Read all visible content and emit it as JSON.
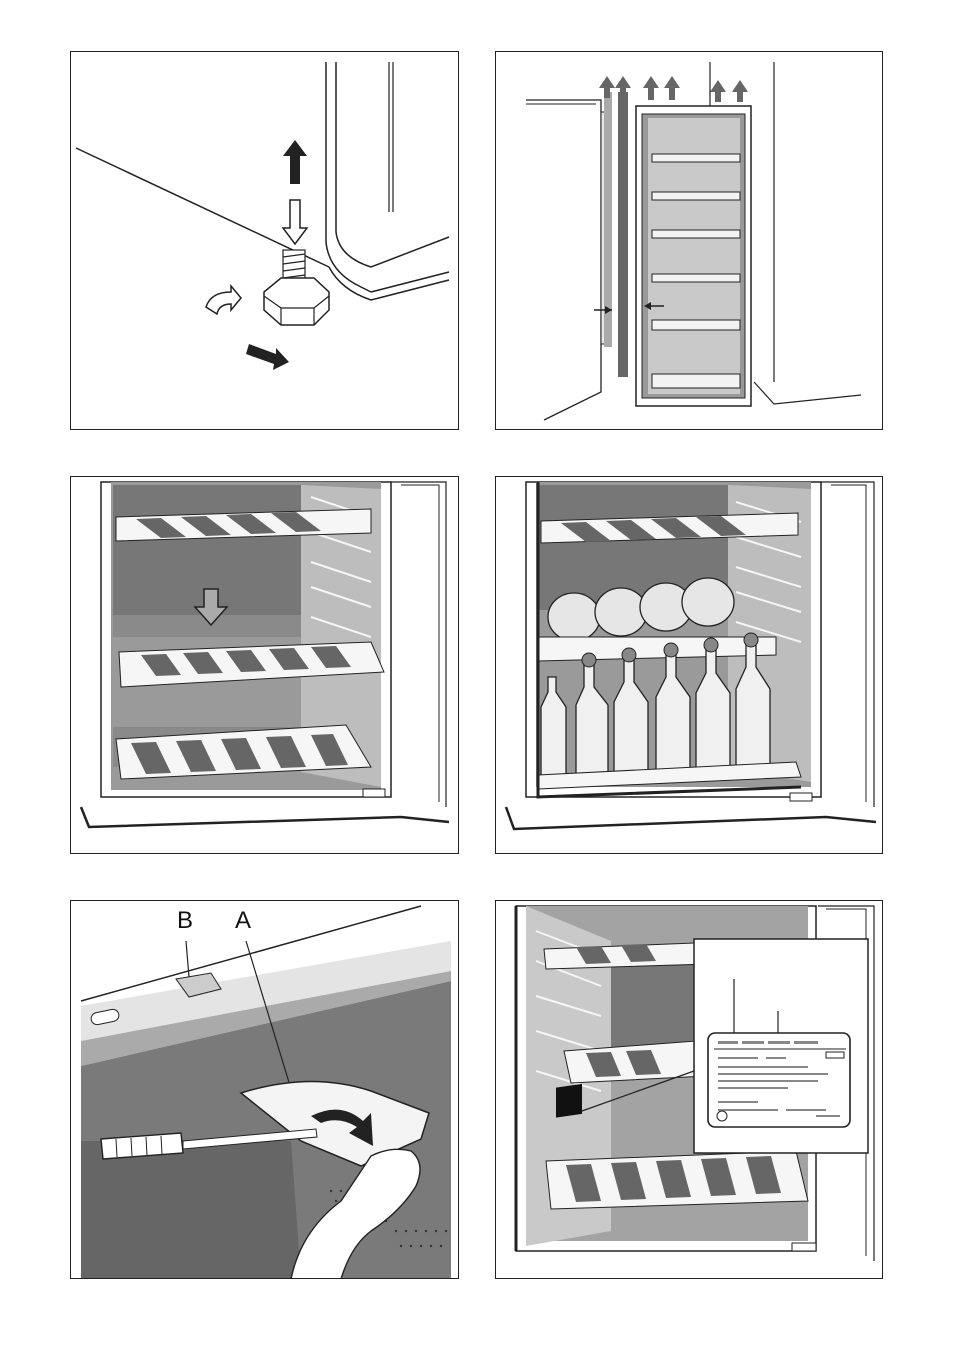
{
  "figures": [
    {
      "id": "adjustable-foot",
      "labels": []
    },
    {
      "id": "ventilation-clearance",
      "labels": []
    },
    {
      "id": "shelf-repositioning",
      "labels": []
    },
    {
      "id": "bottle-storage",
      "labels": []
    },
    {
      "id": "light-cover-removal",
      "labels": [
        "B",
        "A"
      ]
    },
    {
      "id": "rating-plate-location",
      "labels": []
    }
  ],
  "colors": {
    "line": "#222222",
    "shade": "#6b6b6b",
    "light_shade": "#d4d4d4",
    "bg": "#ffffff"
  }
}
